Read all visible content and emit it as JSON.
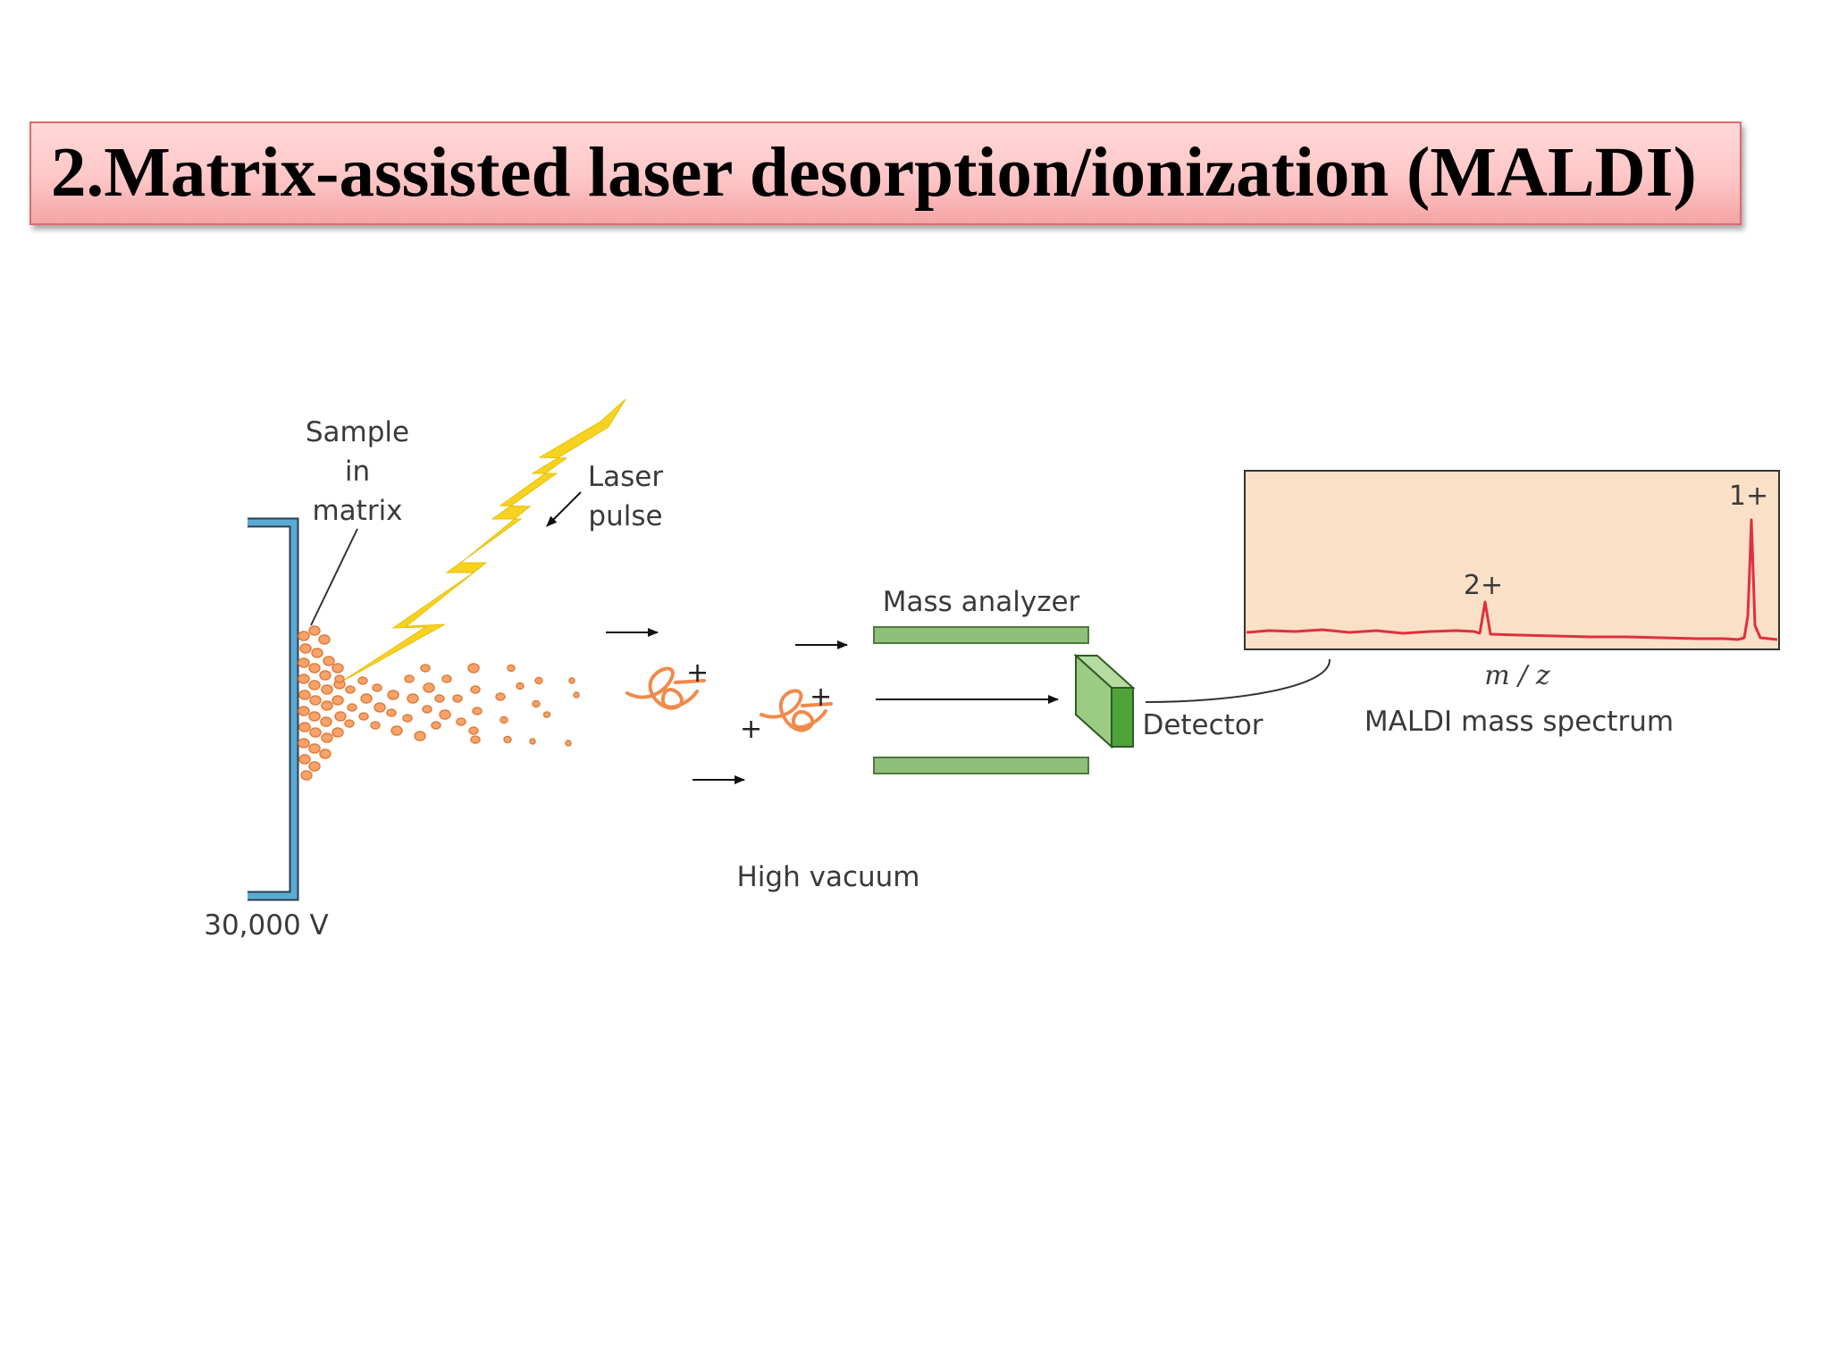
{
  "slide": {
    "title": "2.Matrix-assisted laser desorption/ionization (MALDI)"
  },
  "diagram": {
    "labels": {
      "sample_line1": "Sample",
      "sample_line2": "in",
      "sample_line3": "matrix",
      "laser_line1": "Laser",
      "laser_line2": "pulse",
      "voltage": "30,000 V",
      "mass_analyzer": "Mass analyzer",
      "detector": "Detector",
      "high_vacuum": "High vacuum",
      "spectrum_caption": "MALDI mass spectrum",
      "axis_label": "m / z",
      "peak_2plus": "2+",
      "peak_1plus": "1+",
      "ion_charge": "+"
    },
    "colors": {
      "plate": "#5aaad6",
      "laser": "#f7d21e",
      "particles": "#f09a5f",
      "analyzer": "#8fbf7a",
      "spectrum_bg": "#fbe0c8",
      "spectrum_line": "#e0303a"
    }
  }
}
